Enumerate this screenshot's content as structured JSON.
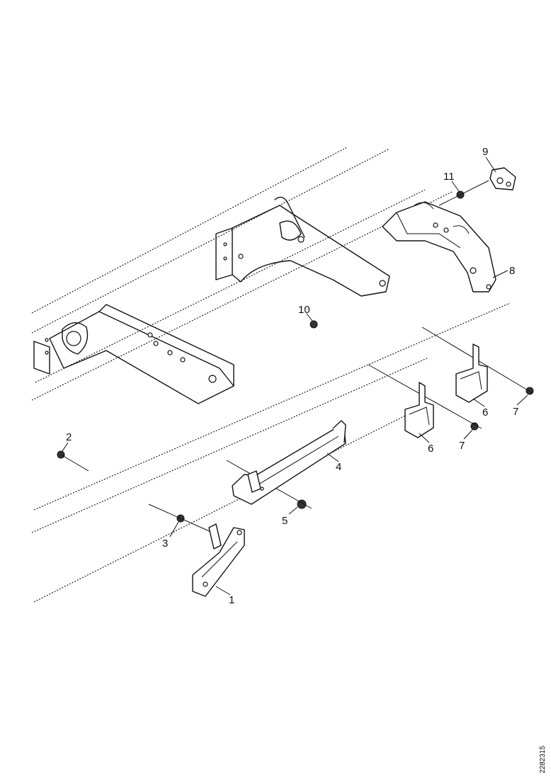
{
  "diagram": {
    "reference_code": "2282315",
    "callouts": [
      {
        "id": "c1",
        "label": "1"
      },
      {
        "id": "c2",
        "label": "2"
      },
      {
        "id": "c3",
        "label": "3"
      },
      {
        "id": "c4",
        "label": "4"
      },
      {
        "id": "c5",
        "label": "5"
      },
      {
        "id": "c6a",
        "label": "6"
      },
      {
        "id": "c6b",
        "label": "6"
      },
      {
        "id": "c7a",
        "label": "7"
      },
      {
        "id": "c7b",
        "label": "7"
      },
      {
        "id": "c8",
        "label": "8"
      },
      {
        "id": "c9",
        "label": "9"
      },
      {
        "id": "c10",
        "label": "10"
      },
      {
        "id": "c11",
        "label": "11"
      }
    ]
  }
}
